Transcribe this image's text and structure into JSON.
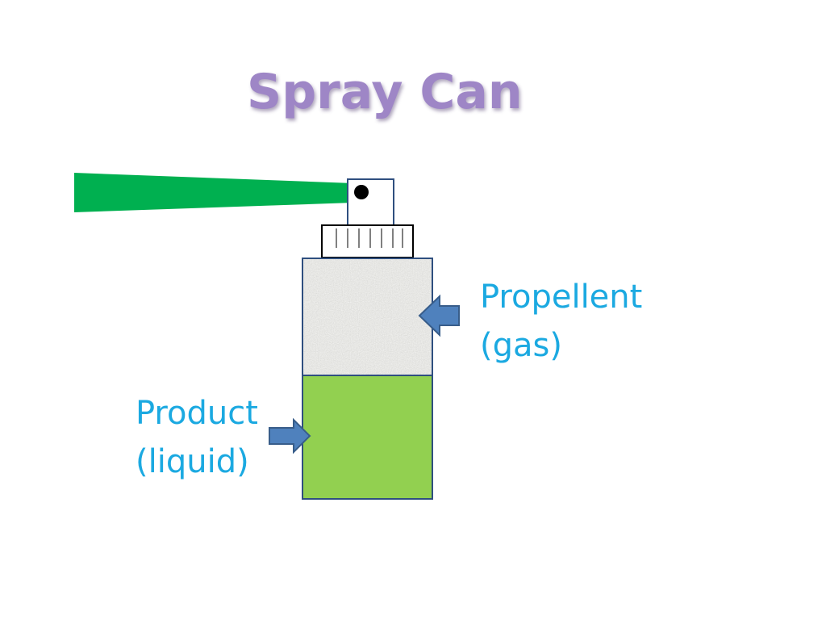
{
  "title": "Spray Can",
  "labels": {
    "propellent": {
      "line1": "Propellent",
      "line2": "(gas)"
    },
    "product": {
      "line1": "Product",
      "line2": "(liquid)"
    }
  },
  "colors": {
    "title": "#9e86c6",
    "label_text": "#1ba9e1",
    "spray": "#00b050",
    "liquid": "#92d050",
    "gas": "#eeeeea",
    "outline": "#2f4f7f",
    "arrow_fill": "#4f81bd",
    "arrow_stroke": "#385d8a"
  }
}
